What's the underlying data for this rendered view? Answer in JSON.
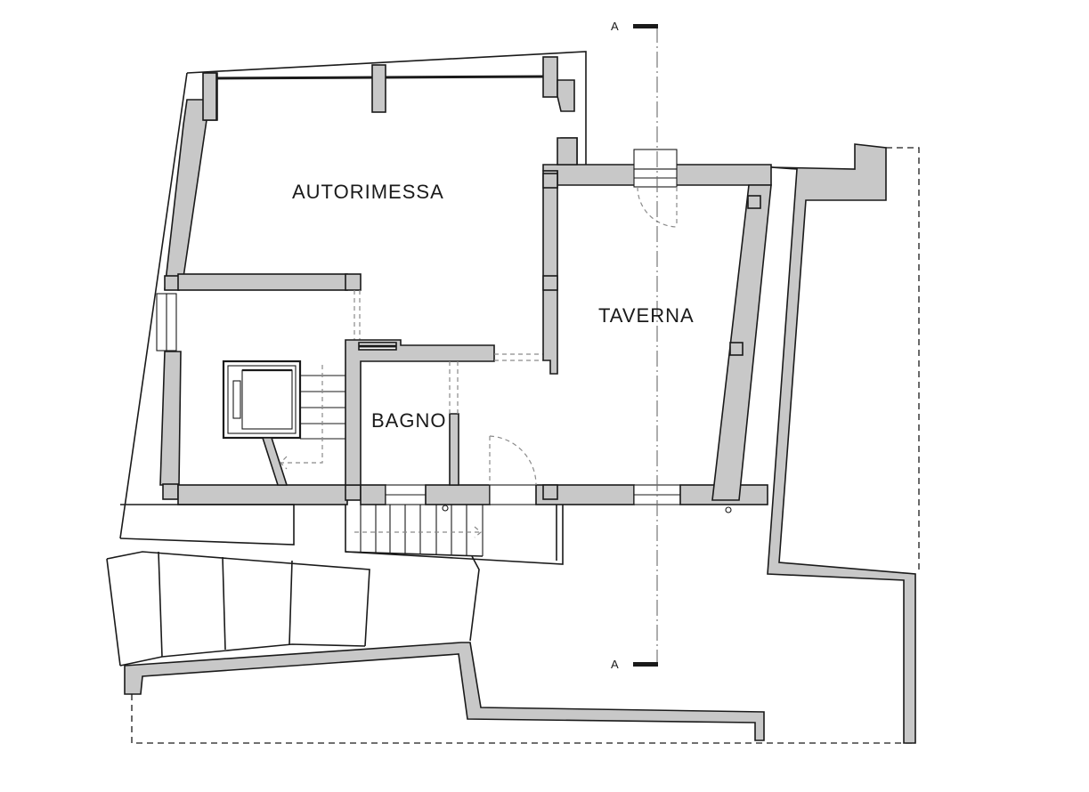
{
  "rooms": {
    "autorimessa": "AUTORIMESSA",
    "taverna": "TAVERNA",
    "bagno": "BAGNO"
  },
  "section_markers": {
    "top": "A",
    "bottom": "A"
  },
  "colors": {
    "wall_fill": "#c8c8c8",
    "line": "#1a1a1a",
    "background": "#ffffff"
  }
}
